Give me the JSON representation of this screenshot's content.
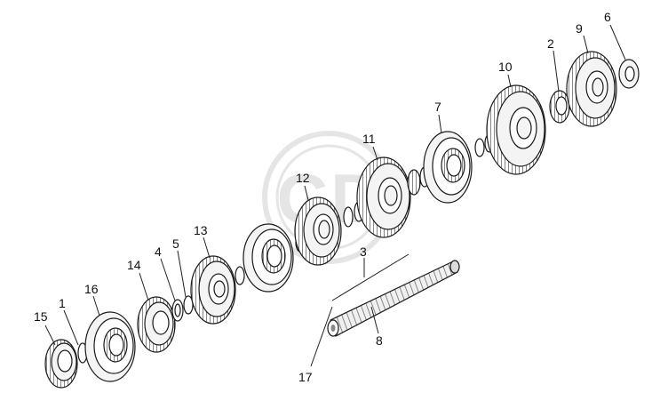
{
  "diagram": {
    "background": "#ffffff",
    "ink": "#1a1a1a",
    "part_fill": "#f4f4f4",
    "hatch": "#9a9a9a",
    "watermark_color": "#e3e3e3",
    "watermark_text": "GD",
    "labels": {
      "p1": "1",
      "p2": "2",
      "p3": "3",
      "p4": "4",
      "p5": "5",
      "p6": "6",
      "p7": "7",
      "p8": "8",
      "p9": "9",
      "p10": "10",
      "p11": "11",
      "p12": "12",
      "p13": "13",
      "p14": "14",
      "p15": "15",
      "p16": "16",
      "p17": "17"
    }
  }
}
